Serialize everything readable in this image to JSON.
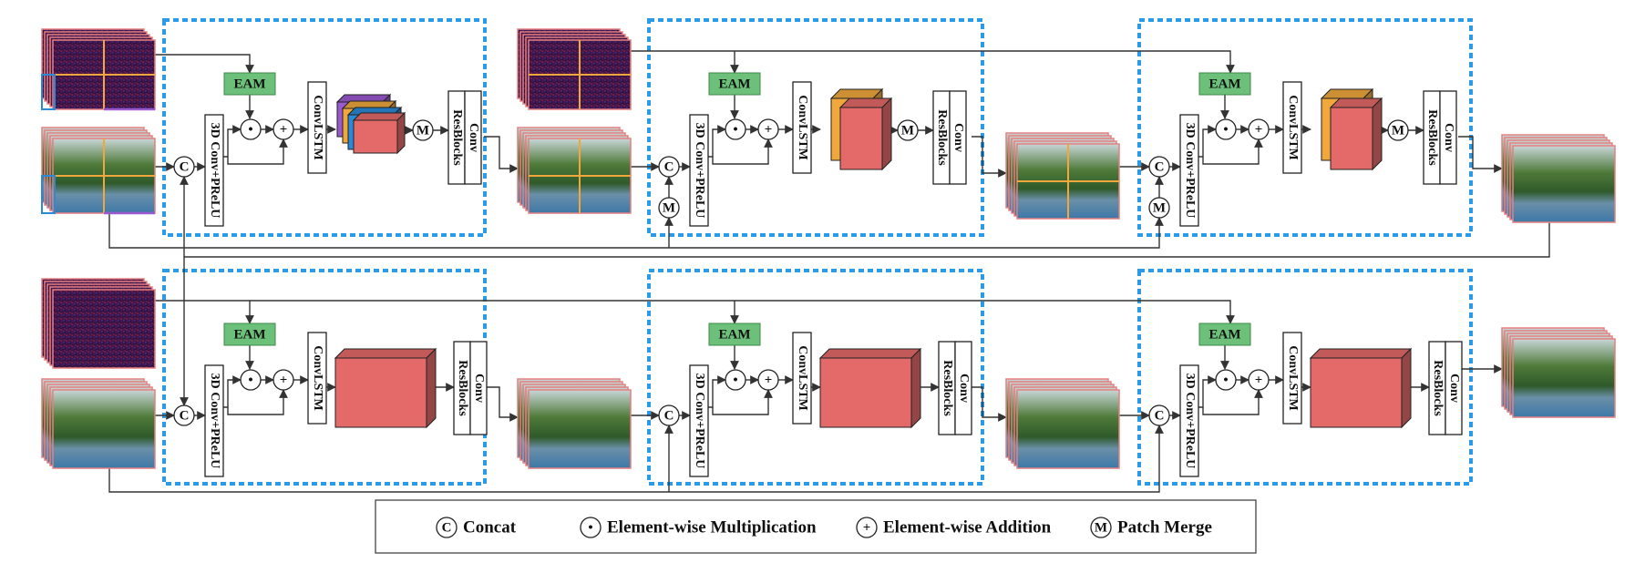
{
  "blocks": {
    "eam": "EAM",
    "conv3d": "3D Conv+PReLU",
    "convlstm": "ConvLSTM",
    "resblocks": "ResBlocks",
    "conv": "Conv"
  },
  "ops": {
    "concat": "C",
    "mult": "•",
    "add": "+",
    "merge": "M"
  },
  "legend": {
    "concat": "Concat",
    "mult": "Element-wise Multiplication",
    "add": "Element-wise Addition",
    "merge": "Patch Merge"
  },
  "colors": {
    "stage_border": "#2b9be8",
    "eam_fill": "#6cc07a",
    "feature_fill": "#e46a6a",
    "patch_orange": "#f0a83c",
    "patch_blue": "#2a8ad8",
    "patch_purple": "#9b59d0",
    "frame_border": "#e58080"
  }
}
